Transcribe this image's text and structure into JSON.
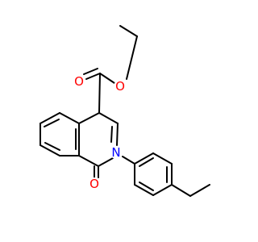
{
  "molecule": {
    "atom_labels": {
      "carbonyl_o": "O",
      "ester_o": "O",
      "amide_o": "O",
      "ring_n": "N"
    },
    "colors": {
      "bond": "#000000",
      "oxygen": "#ff0000",
      "nitrogen": "#0000ff"
    }
  }
}
